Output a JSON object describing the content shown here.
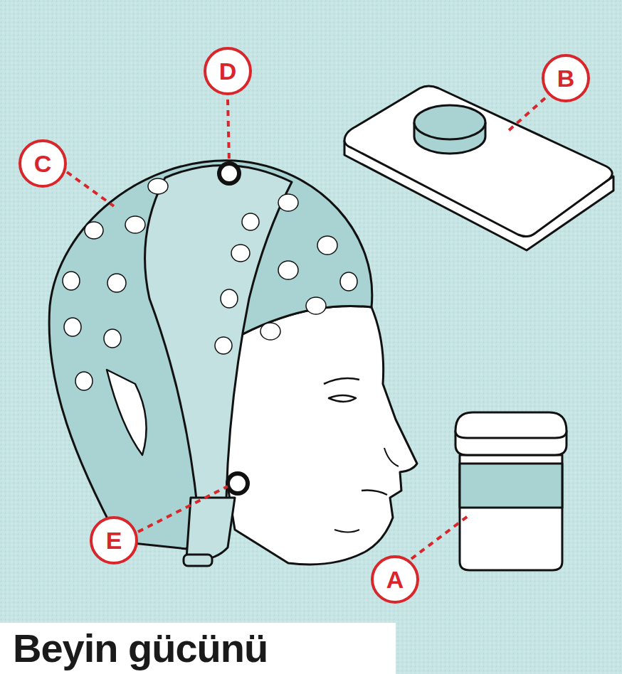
{
  "diagram": {
    "title": "Beyin gücünü",
    "labels": [
      "D",
      "B",
      "C",
      "E",
      "A"
    ]
  }
}
